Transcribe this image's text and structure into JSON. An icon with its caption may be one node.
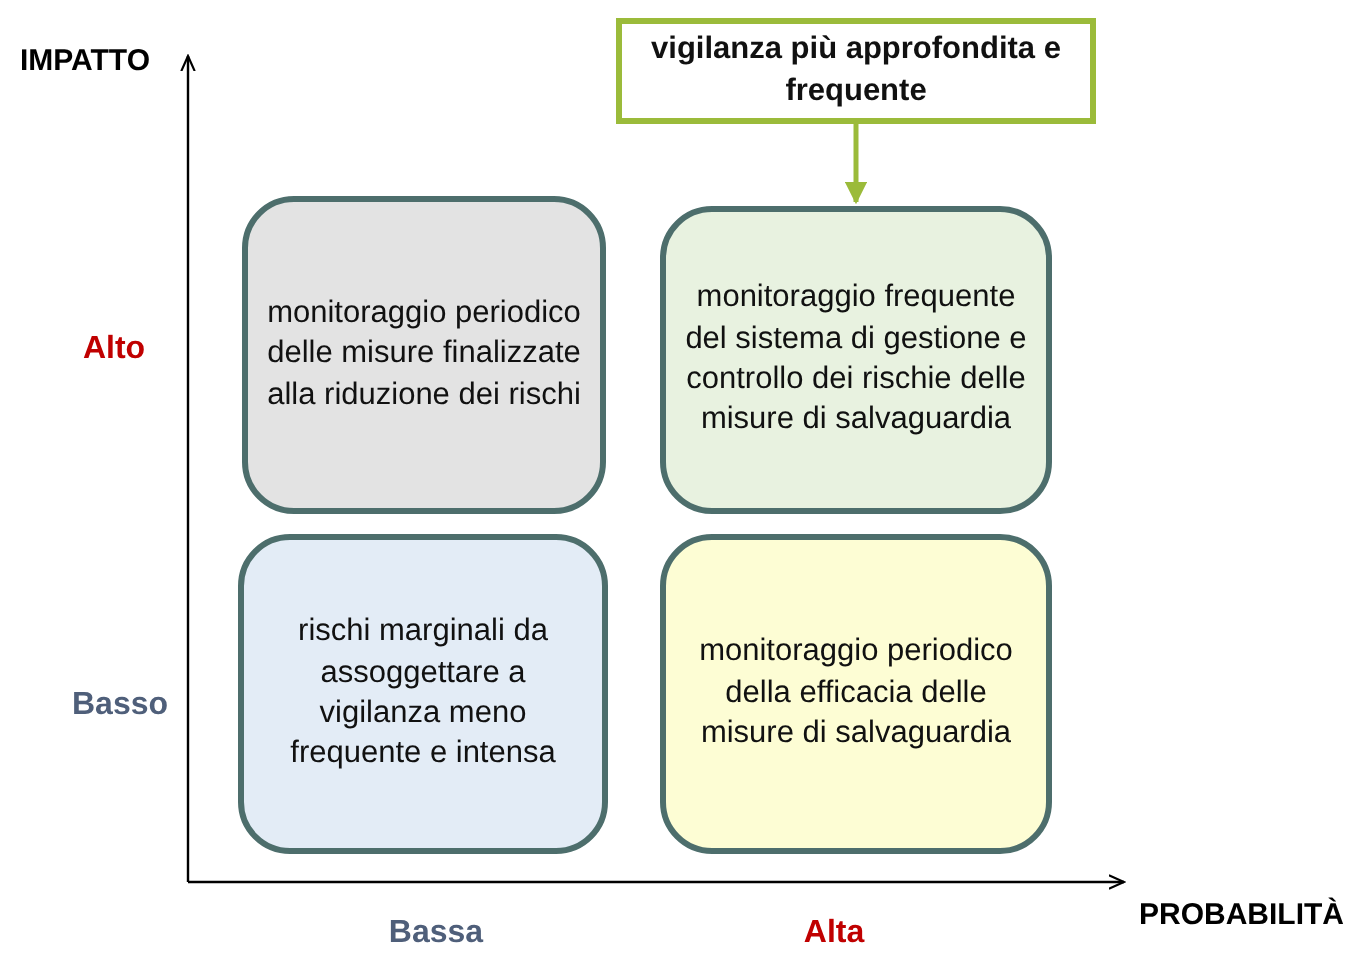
{
  "diagram": {
    "nodes": [
      {
        "text": [
          "vigilanza più approfondita e frequente"
        ]
      },
      {
        "text": [
          "monitoraggio periodico delle misure finalizzate alla riduzione dei rischi"
        ]
      },
      {
        "text": [
          "monitoraggio frequente del sistema di gestione e controllo dei rischie delle misure di salvaguardia"
        ]
      },
      {
        "text": [
          "rischi marginali da assoggettare a vigilanza meno frequente e intensa"
        ]
      },
      {
        "text": [
          "monitoraggio periodico della efficacia delle misure di salvaguardia"
        ]
      }
    ],
    "edges": [
      {
        "from": 0,
        "to": 2,
        "arrow": "to",
        "color": "#9bbb3a"
      }
    ],
    "labels": [
      "IMPATTO",
      "Alto",
      "Basso",
      "Bassa",
      "Alta",
      "PROBABILITÀ"
    ]
  }
}
